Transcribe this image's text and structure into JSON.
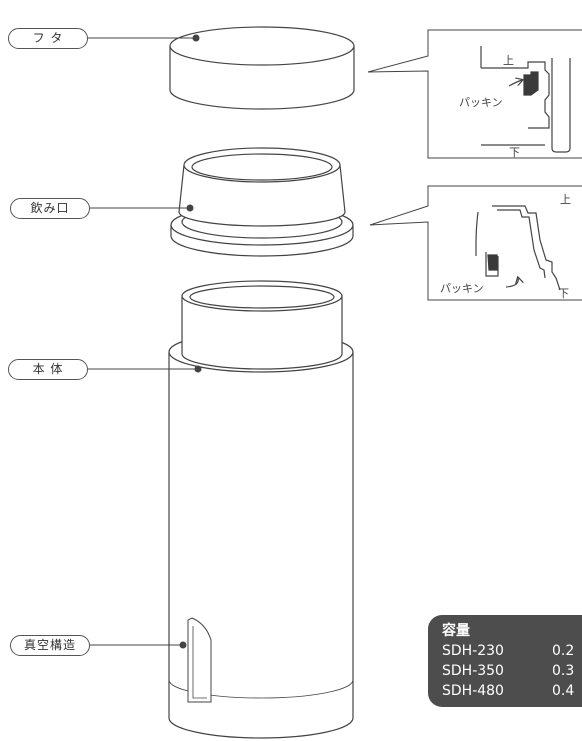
{
  "labels": {
    "lid": "フ タ",
    "spout": "飲み口",
    "body": "本 体",
    "vacuum": "真空構造"
  },
  "callout_top": {
    "up": "上",
    "down": "下",
    "gasket": "パッキン"
  },
  "callout_mid": {
    "up": "上",
    "down": "下",
    "gasket": "パッキン"
  },
  "capacity": {
    "title": "容量",
    "rows": [
      {
        "model": "SDH-230",
        "value": "0.2"
      },
      {
        "model": "SDH-350",
        "value": "0.3"
      },
      {
        "model": "SDH-480",
        "value": "0.4"
      }
    ]
  },
  "colors": {
    "line": "#444444",
    "capacity_bg": "#4d4d4d",
    "gasket_fill": "#3a3a3a"
  }
}
